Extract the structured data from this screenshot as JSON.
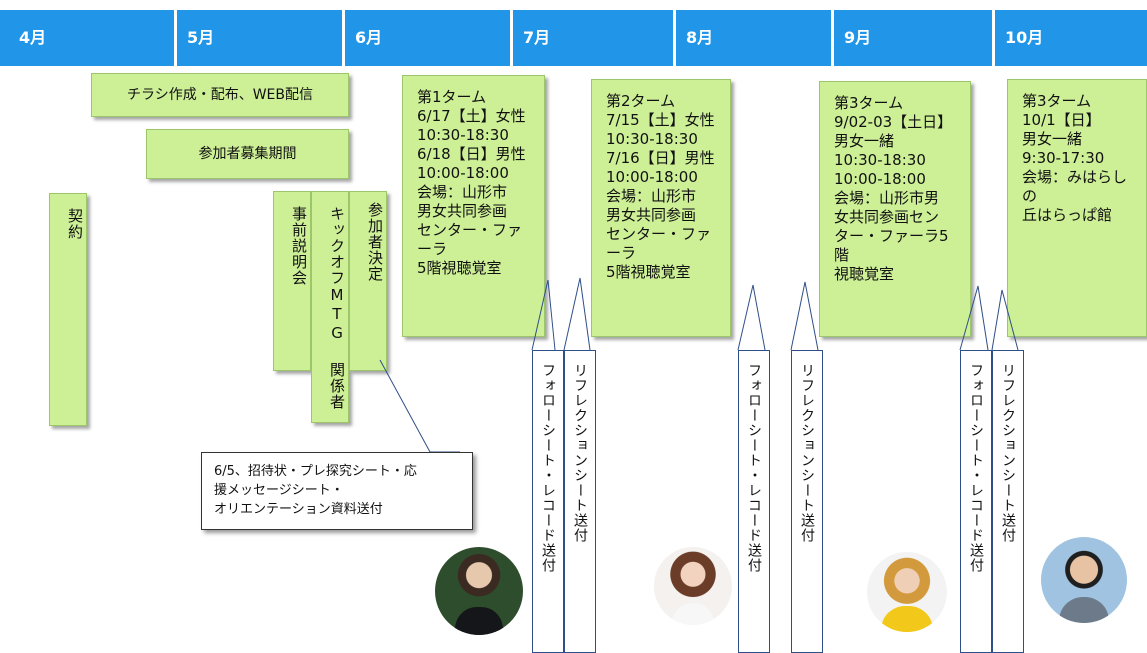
{
  "months": [
    "4月",
    "5月",
    "6月",
    "7月",
    "8月",
    "9月",
    "10月"
  ],
  "tasks": {
    "flyer": "チラシ作成・配布、WEB配信",
    "recruit": "参加者募集期間",
    "contract": "契約",
    "briefing": "事前説明会",
    "kickoff": "キックオフMTG 関係者",
    "decision": "参加者決定"
  },
  "terms": [
    "第1ターム\n6/17【土】女性\n10:30-18:30\n6/18【日】男性\n10:00-18:00\n会場：山形市\n男女共同参画\nセンター・ファーラ\n5階視聴覚室",
    "第2ターム\n7/15【土】女性\n10:30-18:30\n7/16【日】男性\n10:00-18:00\n会場：山形市\n男女共同参画\nセンター・ファーラ\n5階視聴覚室",
    "第3ターム\n9/02-03【土日】\n男女一緒\n10:30-18:30\n10:00-18:00\n会場：山形市男\n女共同参画セン\nター・ファーラ5階\n視聴覚室",
    "第3ターム\n10/1【日】\n男女一緒\n9:30-17:30\n会場：みはらしの\n丘はらっぱ館"
  ],
  "followup": {
    "follow": "フォローシート・レコード送付",
    "reflection": "リフレクションシート送付"
  },
  "callout": "6/5、招待状・プレ探究シート・応\n援メッセージシート・\nオリエンテーション資料送付",
  "colors": {
    "header": "#2196e8",
    "box_fill": "#cdef96",
    "box_border": "#9cc66a",
    "line_border": "#2f4f88"
  }
}
